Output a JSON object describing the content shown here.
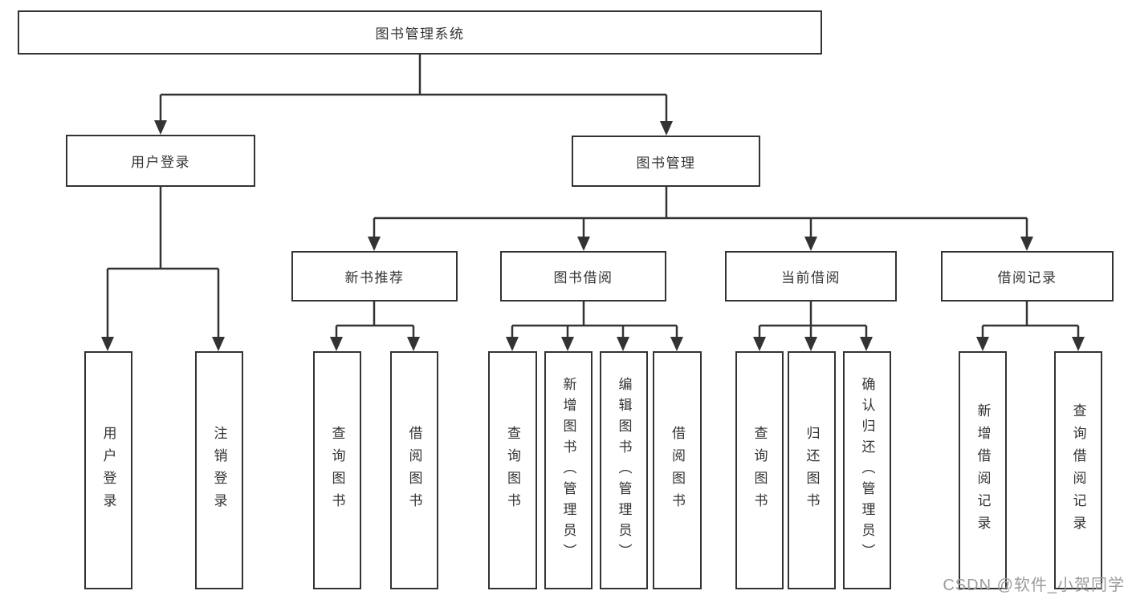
{
  "diagram": {
    "title": "图书管理系统",
    "level2": [
      {
        "label": "用户登录",
        "children": [
          {
            "label": "用户登录"
          },
          {
            "label": "注销登录"
          }
        ]
      },
      {
        "label": "图书管理",
        "children": [
          {
            "label": "新书推荐",
            "children": [
              {
                "label": "查询图书"
              },
              {
                "label": "借阅图书"
              }
            ]
          },
          {
            "label": "图书借阅",
            "children": [
              {
                "label": "查询图书"
              },
              {
                "label": "新增图书（管理员）"
              },
              {
                "label": "编辑图书（管理员）"
              },
              {
                "label": "借阅图书"
              }
            ]
          },
          {
            "label": "当前借阅",
            "children": [
              {
                "label": "查询图书"
              },
              {
                "label": "归还图书"
              },
              {
                "label": "确认归还（管理员）"
              }
            ]
          },
          {
            "label": "借阅记录",
            "children": [
              {
                "label": "新增借阅记录"
              },
              {
                "label": "查询借阅记录"
              }
            ]
          }
        ]
      }
    ]
  },
  "colors": {
    "line": "#333333",
    "box_border": "#333333",
    "text": "#333333",
    "watermark": "#9c9c9c",
    "background": "#ffffff"
  },
  "watermark": {
    "text": "CSDN @软件_小贺同学"
  }
}
